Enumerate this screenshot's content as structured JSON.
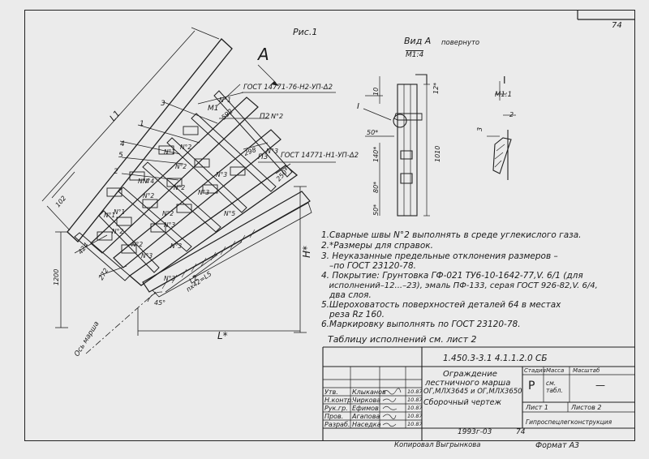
{
  "figure": {
    "title": "Рис.1",
    "view_letter": "A"
  },
  "view": {
    "title": "Вид А",
    "turned": "повернуто",
    "scale": "М1:4"
  },
  "section": {
    "title": "I",
    "scale": "М1:1",
    "ref": "I"
  },
  "labels": {
    "gost_1": "ГОСТ 14771-76-Н2-УП-Δ2",
    "gost_2": "ГОСТ 14771-Н1-УП-Δ2",
    "m1": "М1",
    "n1_top": "N°1",
    "p2": "П2",
    "n2_top": "N°2",
    "p3": "П3",
    "n3_top": "N°3",
    "l1": "L1",
    "l2": "L2",
    "l_star": "L*",
    "h_star": "H*",
    "axis": "Ось марша",
    "angle": "45°",
    "leaders": [
      "1",
      "2",
      "3",
      "4",
      "5"
    ],
    "parts": [
      "N°1",
      "N°2",
      "N°1",
      "N°2",
      "N°4",
      "N°2",
      "N°3",
      "N°2",
      "N°3",
      "N°4",
      "N°1",
      "N°2",
      "N°2",
      "N°3",
      "N°3",
      "N°2",
      "N°5",
      "N°3",
      "N°3"
    ]
  },
  "dimensions": {
    "d592": "592",
    "d298": "298",
    "d250": "250*",
    "d102": "102",
    "d424": "424",
    "d272": "272",
    "d1200": "1200",
    "n": "nх42=L5",
    "v10": "10",
    "v12": "12*",
    "v50": "50*",
    "v140": "140*",
    "v80": "80*",
    "v50b": "50*",
    "v1010": "1010",
    "s3": "3",
    "s2": "2"
  },
  "notes": [
    "1.Сварные швы N°2 выполнять в среде углекислого газа.",
    "2.*Размеры для справок.",
    "3. Неуказанные предельные отклонения размеров –",
    "   –по ГОСТ 23120-78.",
    "4. Покрытие: Грунтовка ГФ-021 ТУ6-10-1642-77,V. 6/1 (для",
    "   исполнений–12...–23), эмаль ПФ-133, серая ГОСТ 926-82,V. 6/4,",
    "   два слоя.",
    "5.Шероховатость поверхностей деталей 64 в местах",
    "   реза Rz 160.",
    "6.Маркировку выполнять по ГОСТ 23120-78."
  ],
  "table_ref": "Таблицу исполнений см. лист 2",
  "title_block": {
    "designation": "1.450.3-3.1  4.1.1.2.0 СБ",
    "name": [
      "Ограждение",
      "лестничного марша",
      "ОГ,МЛХ3645 и ОГ,МЛХ3650"
    ],
    "doc_type": "Сборочный чертеж",
    "head_stage": "Стадия",
    "head_mass": "Масса",
    "head_scale": "Масштаб",
    "stage": "Р",
    "mass": "см. табл.",
    "scale": "—",
    "sheet": "Лист 1",
    "sheets": "Листов 2",
    "org": "Гипроспецлегконструкция",
    "roles": [
      "Утв.",
      "Н.контр.",
      "Рук.гр.",
      "Пров.",
      "Разраб."
    ],
    "names": [
      "Клыканов",
      "Чиркова",
      "Ефимов",
      "Агапова",
      "Наседка"
    ],
    "dates": [
      "10.87",
      "10.87",
      "10.87",
      "10.87",
      "10.87"
    ]
  },
  "footer": {
    "date": "1993г-03",
    "copied": "Копировал Выгрынкова",
    "format": "Формат А3",
    "num": "74"
  },
  "corner": {
    "num": "74"
  }
}
